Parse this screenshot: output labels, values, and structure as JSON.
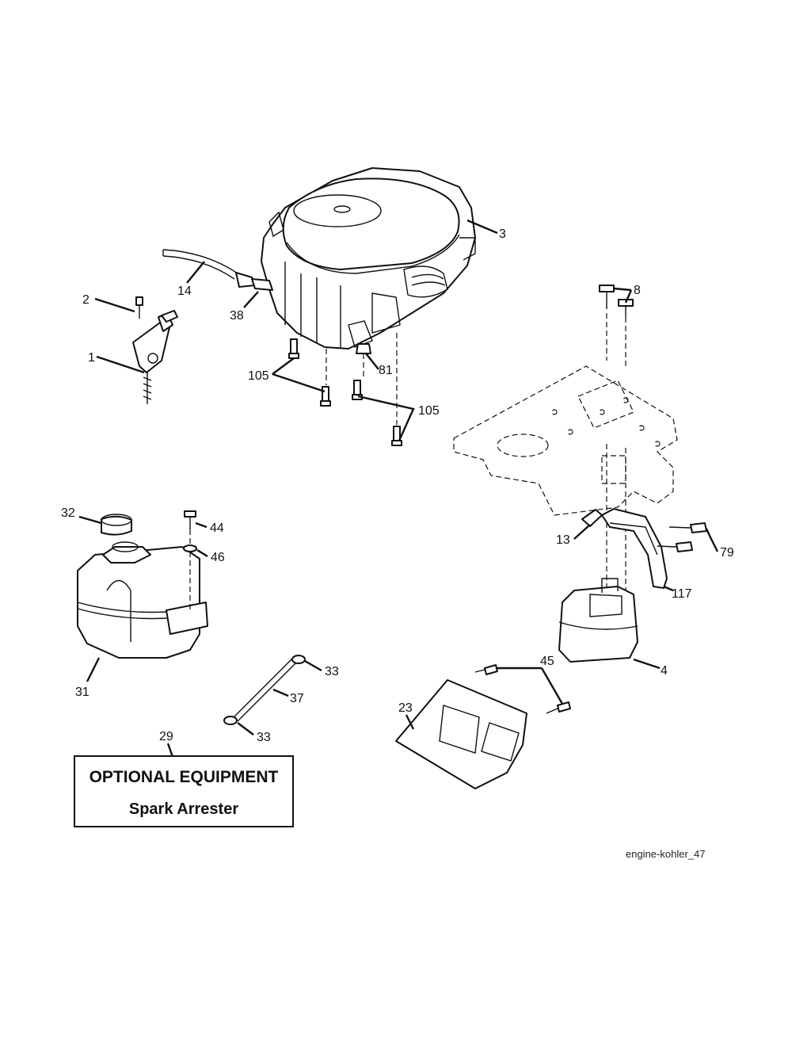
{
  "callouts": {
    "c1": "1",
    "c2": "2",
    "c3": "3",
    "c4": "4",
    "c8": "8",
    "c13": "13",
    "c14": "14",
    "c23": "23",
    "c29": "29",
    "c31": "31",
    "c32": "32",
    "c33a": "33",
    "c33b": "33",
    "c37": "37",
    "c38": "38",
    "c44": "44",
    "c45": "45",
    "c46": "46",
    "c79": "79",
    "c81": "81",
    "c105a": "105",
    "c105b": "105",
    "c117": "117"
  },
  "optional_box": {
    "title": "OPTIONAL EQUIPMENT",
    "subtitle": "Spark Arrester"
  },
  "figure_code": "engine-kohler_47"
}
